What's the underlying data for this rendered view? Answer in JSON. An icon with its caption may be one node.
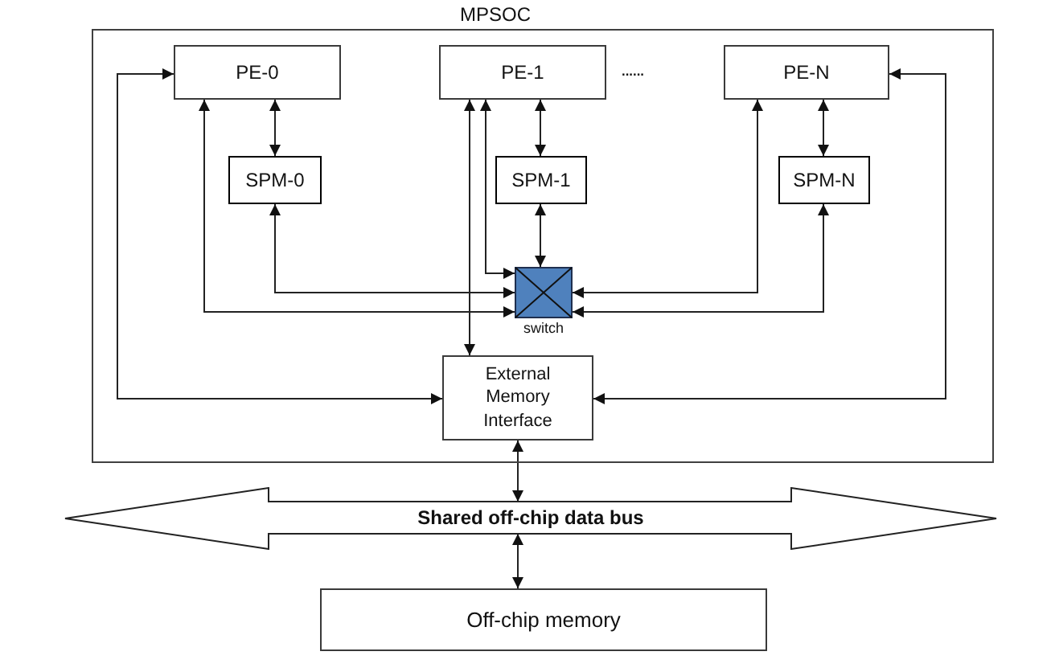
{
  "diagram": {
    "nodes": [
      {
        "text": [
          "MPSOC"
        ]
      },
      {
        "text": [
          "PE-0"
        ],
        "in": 0
      },
      {
        "text": [
          "PE-1"
        ],
        "in": 0
      },
      {
        "text": [
          "PE-N"
        ],
        "in": 0
      },
      {
        "text": [
          "SPM-0"
        ],
        "in": 0
      },
      {
        "text": [
          "SPM-1"
        ],
        "in": 0
      },
      {
        "text": [
          "SPM-N"
        ],
        "in": 0
      },
      {
        "text": [],
        "shape": "box",
        "beside": [
          "switch"
        ],
        "in": 0
      },
      {
        "text": [
          "External Memory Interface"
        ],
        "in": 0
      },
      {
        "text": [
          "Shared off-chip data bus"
        ]
      },
      {
        "text": [
          "Off-chip memory"
        ]
      }
    ],
    "edges": [
      {
        "from": 1,
        "to": 4,
        "arrow": "both"
      },
      {
        "from": 2,
        "to": 5,
        "arrow": "both"
      },
      {
        "from": 3,
        "to": 6,
        "arrow": "both"
      },
      {
        "from": 5,
        "to": 7,
        "arrow": "both"
      },
      {
        "from": 4,
        "to": 7,
        "arrow": "both"
      },
      {
        "from": 1,
        "to": 7,
        "arrow": "both"
      },
      {
        "from": 2,
        "to": 7,
        "arrow": "both"
      },
      {
        "from": 3,
        "to": 7,
        "arrow": "both"
      },
      {
        "from": 6,
        "to": 7,
        "arrow": "both"
      },
      {
        "from": 2,
        "to": 8,
        "arrow": "both"
      },
      {
        "from": 1,
        "to": 8,
        "arrow": "both"
      },
      {
        "from": 3,
        "to": 8,
        "arrow": "both"
      },
      {
        "from": 8,
        "to": 9,
        "arrow": "both"
      },
      {
        "from": 9,
        "to": 10,
        "arrow": "both"
      }
    ],
    "labels": [
      "......"
    ]
  }
}
